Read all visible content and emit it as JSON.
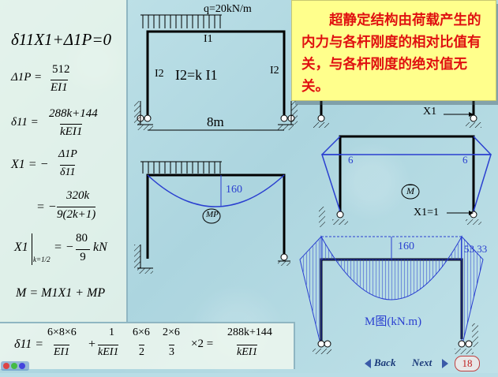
{
  "note": {
    "text": "超静定结构由荷载产生的内力与各杆刚度的相对比值有关，与各杆刚度的绝对值无关。"
  },
  "left_formulas": {
    "eq1": "δ11X1+Δ1P=0",
    "delta1p_lhs": "Δ1P =",
    "delta1p_num": "512",
    "delta1p_den": "EI1",
    "delta11_lhs": "δ11 =",
    "delta11_num": "288k+144",
    "delta11_den": "kEI1",
    "x1_lhs": "X1 = −",
    "x1_num": "Δ1P",
    "x1_den": "δ11",
    "x1b_lhs": "= −",
    "x1b_num": "320k",
    "x1b_den": "9(2k+1)",
    "x1c_lhs": "X1",
    "x1c_sub": "k=1/2",
    "x1c_mid": "= −",
    "x1c_num": "80",
    "x1c_den": "9",
    "x1c_unit": "kN",
    "m_eq": "M = M1X1 + MP"
  },
  "bottom_formula": {
    "lhs": "δ11 =",
    "t1_num": "6×8×6",
    "t1_den": "EI1",
    "plus": "+",
    "t2_num": "1",
    "t2_den": "kEI1",
    "t3_num": "6×6",
    "t3_den": "2",
    "t4_num": "2×6",
    "t4_den": "3",
    "tail": "×2 =",
    "t5_num": "288k+144",
    "t5_den": "kEI1"
  },
  "frame_top": {
    "load": "q=20kN/m",
    "i_top": "I1",
    "i_left": "I2",
    "i_right": "I2",
    "i_rel": "I2=k I1",
    "span": "8m"
  },
  "diagrams": {
    "mp_value": "160",
    "mp_label": "MP",
    "m1_left": "6",
    "m1_right": "6",
    "m1_label": "M",
    "x1_label": "X1",
    "x1_unit_label": "X1=1",
    "m_center": "160",
    "m_corner": "53.33",
    "m_caption": "M图(kN.m)"
  },
  "nav": {
    "back": "Back",
    "next": "Next",
    "page": "18"
  },
  "colors": {
    "note_text": "#e01010",
    "note_bg": "#ffff8c",
    "diagram_blue": "#2a3fd0",
    "frame": "#000000"
  }
}
